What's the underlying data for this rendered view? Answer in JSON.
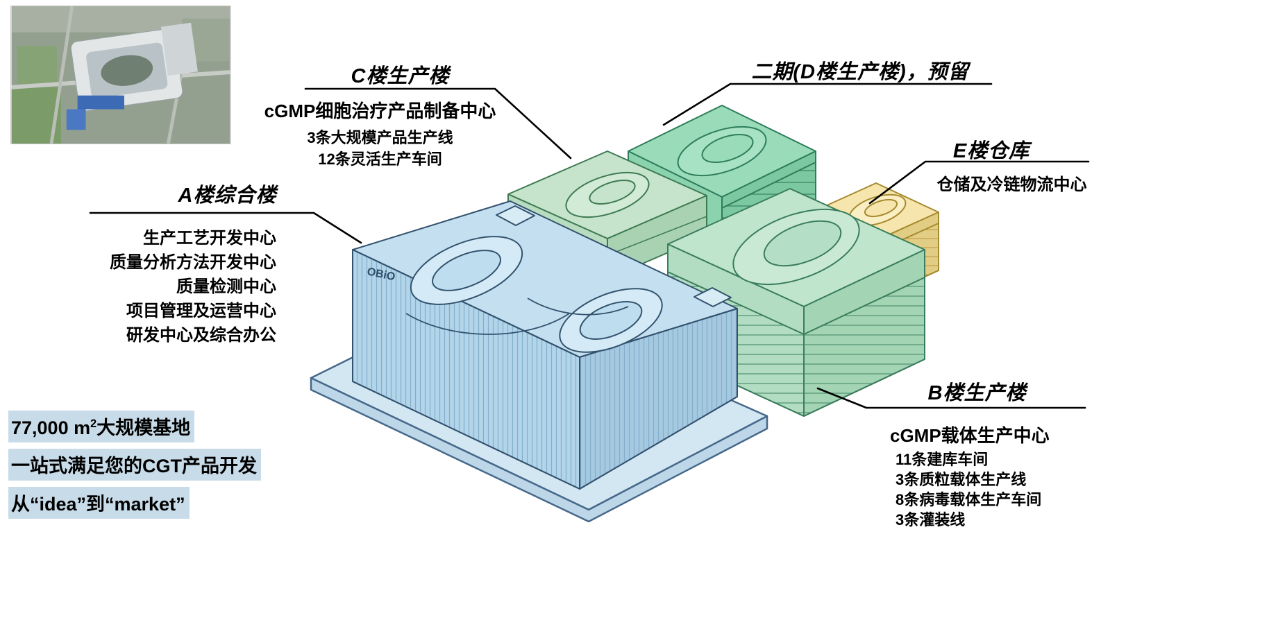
{
  "colors": {
    "building_a": "#bedeef",
    "building_b": "#b2ddc2",
    "building_c": "#bfe0c5",
    "building_d": "#8ed6b2",
    "building_e": "#f2e2a0",
    "footer_highlight": "#c8dbe8",
    "leader_line": "#000000"
  },
  "aerial_photo": {
    "name": "campus-aerial-photo"
  },
  "building_a_logo": "OBiO",
  "labels": {
    "c": {
      "title": "C楼生产楼",
      "subtitle": "cGMP细胞治疗产品制备中心",
      "items": [
        "3条大规模产品生产线",
        "12条灵活生产车间"
      ]
    },
    "d": {
      "title": "二期(D楼生产楼)，预留"
    },
    "e": {
      "title": "E楼仓库",
      "subtitle": "仓储及冷链物流中心"
    },
    "a": {
      "title": "A楼综合楼",
      "items": [
        "生产工艺开发中心",
        "质量分析方法开发中心",
        "质量检测中心",
        "项目管理及运营中心",
        "研发中心及综合办公"
      ]
    },
    "b": {
      "title": "B楼生产楼",
      "subtitle": "cGMP载体生产中心",
      "items": [
        "11条建库车间",
        "3条质粒载体生产线",
        "8条病毒载体生产车间",
        "3条灌装线"
      ]
    }
  },
  "footer": {
    "area_value": "77,000 m",
    "area_sup": "2",
    "area_suffix": "大规模基地",
    "line2": "一站式满足您的CGT产品开发",
    "line3": "从“idea”到“market”"
  }
}
